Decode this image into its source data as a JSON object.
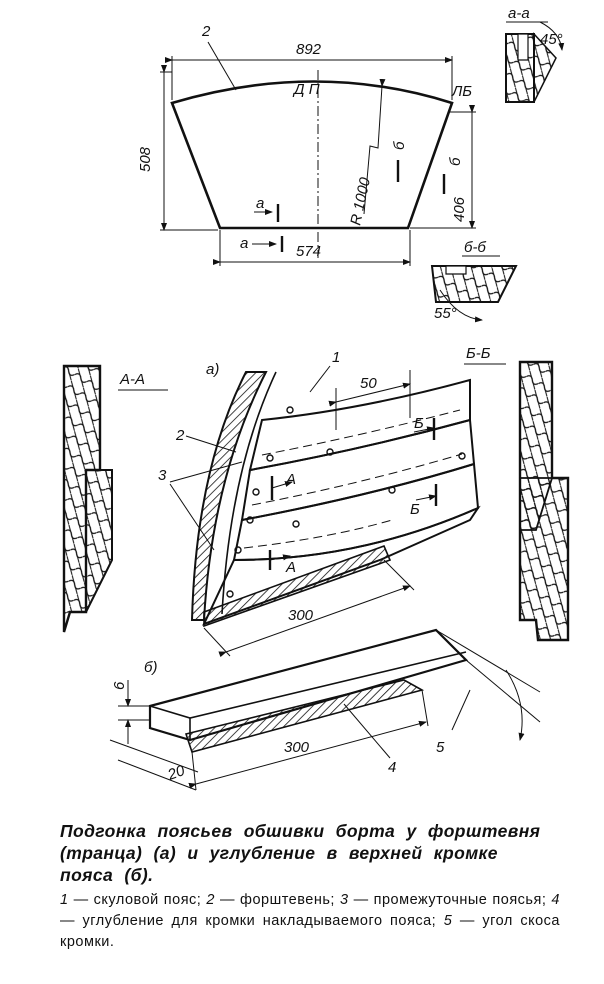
{
  "top_view": {
    "label_2": "2",
    "dim_top": "892",
    "dim_height": "508",
    "dim_bottom": "574",
    "dim_right": "406",
    "radius": "R 1000",
    "mark_dp": "Д  П",
    "mark_lb": "ЛБ",
    "cut_a": "а",
    "cut_b": "б"
  },
  "section_aa_small": {
    "title": "а-а",
    "angle": "45°"
  },
  "section_bb_small": {
    "title": "б-б",
    "angle": "55°"
  },
  "main_view": {
    "view_a": "а)",
    "view_b": "б)",
    "section_AA": "А-А",
    "section_BB": "Б-Б",
    "label_1": "1",
    "label_2": "2",
    "label_3": "3",
    "label_4": "4",
    "label_5": "5",
    "dim_50": "50",
    "dim_300_a": "300",
    "dim_300_b": "300",
    "dim_6": "6",
    "dim_20": "20",
    "cut_A": "А",
    "cut_B": "Б"
  },
  "caption": {
    "title": "Подгонка поясьев обшивки борта у форштевня (транца) (а) и углубление в верхней кромке пояса (б).",
    "n1": "1",
    "t1": " — скуловой пояс; ",
    "n2": "2",
    "t2": " — форштевень; ",
    "n3": "3",
    "t3": " — промежуточные поясья; ",
    "n4": "4",
    "t4": " — углубление для кромки накладываемого пояса; ",
    "n5": "5",
    "t5": " — угол скоса кромки."
  }
}
